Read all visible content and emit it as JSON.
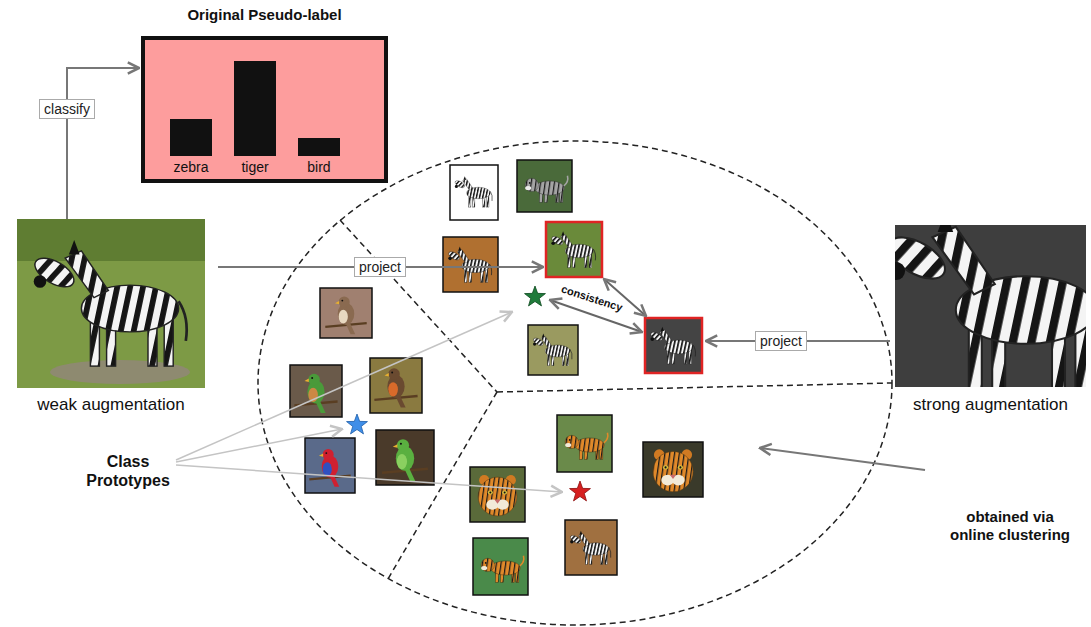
{
  "diagram": {
    "nodes": [
      {
        "text": [
          "Original Pseudo-label",
          "zebra",
          "tiger",
          "bird"
        ]
      },
      {
        "text": [
          "weak augmentation"
        ]
      },
      {
        "text": [
          "strong augmentation"
        ]
      }
    ],
    "edges": [
      {
        "from": 1,
        "to": 0,
        "arrow": "to",
        "label": "classify"
      }
    ],
    "labels": [
      "project",
      "project",
      "consistency",
      "Class Prototypes",
      "obtained via online clustering"
    ]
  }
}
